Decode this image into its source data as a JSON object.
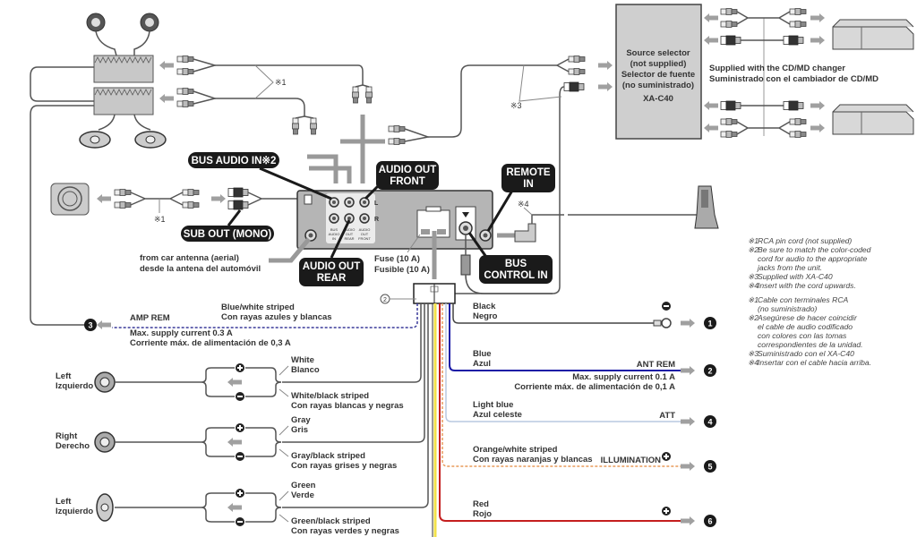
{
  "source_selector": {
    "lines": [
      "Source selector",
      "(not supplied)",
      "Selector de fuente",
      "(no suministrado)"
    ],
    "model": "XA-C40"
  },
  "changer_note": [
    "Supplied with the CD/MD changer",
    "Suministrado con el cambiador de CD/MD"
  ],
  "callouts": {
    "bus_audio_in": "BUS AUDIO IN※2",
    "audio_out_front": [
      "AUDIO OUT",
      "FRONT"
    ],
    "remote_in": [
      "REMOTE",
      "IN"
    ],
    "sub_out": "SUB OUT (MONO)",
    "audio_out_rear": [
      "AUDIO OUT",
      "REAR"
    ],
    "bus_control_in": [
      "BUS",
      "CONTROL IN"
    ]
  },
  "unit": {
    "channel_L": "L",
    "channel_R": "R",
    "jack_labels": [
      [
        "BUS",
        "AUDIO",
        "IN"
      ],
      [
        "AUDIO",
        "OUT",
        "REAR"
      ],
      [
        "AUDIO",
        "OUT",
        "FRONT"
      ]
    ]
  },
  "antenna": [
    "from car antenna (aerial)",
    "desde la antena del automóvil"
  ],
  "fuse": [
    "Fuse (10 A)",
    "Fusible (10 A)"
  ],
  "notes_marks": {
    "n1": "※1",
    "n3": "※3",
    "n4": "※4",
    "connector": "2"
  },
  "footnotes_en": [
    {
      "mark": "※1",
      "text": [
        "RCA pin cord (not supplied)"
      ]
    },
    {
      "mark": "※2",
      "text": [
        "Be sure to match the color-coded",
        "cord for audio to the appropriate",
        "jacks from the unit."
      ]
    },
    {
      "mark": "※3",
      "text": [
        "Supplied with XA-C40"
      ]
    },
    {
      "mark": "※4",
      "text": [
        "Insert with the cord upwards."
      ]
    }
  ],
  "footnotes_es": [
    {
      "mark": "※1",
      "text": [
        "Cable con terminales RCA",
        "(no suministrado)"
      ]
    },
    {
      "mark": "※2",
      "text": [
        "Asegúrese de hacer coincidir",
        "el cable de audio codificado",
        "con colores con las tomas",
        "correspondientes de la unidad."
      ]
    },
    {
      "mark": "※3",
      "text": [
        "Suministrado con el XA-C40"
      ]
    },
    {
      "mark": "※4",
      "text": [
        "Insertar con el cable hacia arriba."
      ]
    }
  ],
  "amp_rem": {
    "number": "3",
    "label": "AMP REM",
    "color": [
      "Blue/white striped",
      "Con rayas azules y blancas"
    ],
    "current": [
      "Max. supply current 0.3 A",
      "Corriente máx. de alimentación de 0,3 A"
    ]
  },
  "speakers": [
    {
      "side": [
        "Left",
        "Izquierdo"
      ],
      "plus": [
        "White",
        "Blanco"
      ],
      "minus": [
        "White/black striped",
        "Con rayas blancas y negras"
      ]
    },
    {
      "side": [
        "Right",
        "Derecho"
      ],
      "plus": [
        "Gray",
        "Gris"
      ],
      "minus": [
        "Gray/black striped",
        "Con rayas grises y negras"
      ]
    },
    {
      "side": [
        "Left",
        "Izquierdo"
      ],
      "plus": [
        "Green",
        "Verde"
      ],
      "minus": [
        "Green/black striped",
        "Con rayas verdes y negras"
      ]
    }
  ],
  "right_wires": [
    {
      "number": "1",
      "color_name": [
        "Black",
        "Negro"
      ],
      "function": "",
      "polarity": "minus",
      "wire_color": "#444444"
    },
    {
      "number": "2",
      "color_name": [
        "Blue",
        "Azul"
      ],
      "function": "ANT REM",
      "current": [
        "Max. supply current 0.1 A",
        "Corriente máx. de alimentación de 0,1 A"
      ],
      "wire_color": "#1a1aa6"
    },
    {
      "number": "4",
      "color_name": [
        "Light blue",
        "Azul celeste"
      ],
      "function": "ATT",
      "wire_color": "#b8c8e0"
    },
    {
      "number": "5",
      "color_name": [
        "Orange/white striped",
        "Con rayas naranjas y blancas"
      ],
      "function": "ILLUMINATION",
      "polarity": "plus",
      "wire_color": "#e89a5a"
    },
    {
      "number": "6",
      "color_name": [
        "Red",
        "Rojo"
      ],
      "function": "",
      "polarity": "plus",
      "wire_color": "#c41e1e"
    }
  ],
  "colors": {
    "yellow_wire": "#f2e24a",
    "callout_bg": "#1a1a1a",
    "box_fill": "#cfcfcf",
    "arrow": "#a0a0a0"
  }
}
